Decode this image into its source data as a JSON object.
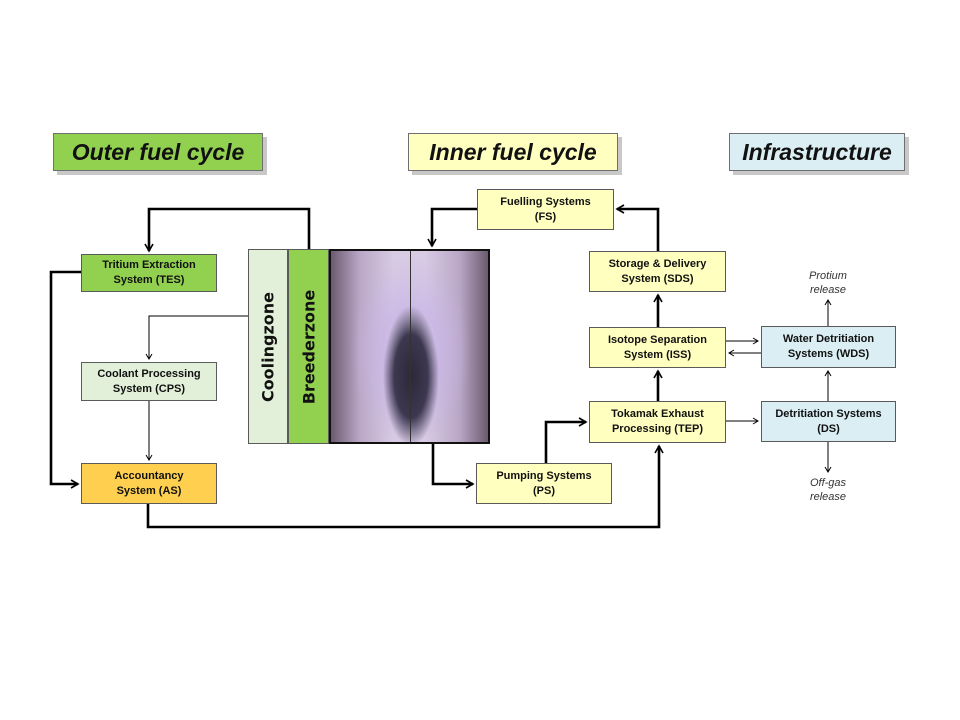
{
  "headers": {
    "outer": "Outer fuel cycle",
    "inner": "Inner fuel cycle",
    "infra": "Infrastructure"
  },
  "zones": {
    "cooling": "Coolingzone",
    "breeder": "Breederzone"
  },
  "boxes": {
    "tes": "Tritium Extraction\nSystem (TES)",
    "cps": "Coolant Processing\nSystem (CPS)",
    "as": "Accountancy\nSystem (AS)",
    "fs": "Fuelling Systems\n(FS)",
    "sds": "Storage & Delivery\nSystem (SDS)",
    "iss": "Isotope Separation\nSystem (ISS)",
    "tep": "Tokamak Exhaust\nProcessing (TEP)",
    "ps": "Pumping Systems\n(PS)",
    "wds": "Water Detritiation\nSystems (WDS)",
    "ds": "Detritiation Systems\n(DS)"
  },
  "notes": {
    "protium": "Protium\nrelease",
    "offgas": "Off-gas\nrelease"
  },
  "colors": {
    "outer_header": "#92d050",
    "inner_header": "#ffffc0",
    "infra_header": "#daeef3",
    "accountancy": "#ffd04f"
  }
}
